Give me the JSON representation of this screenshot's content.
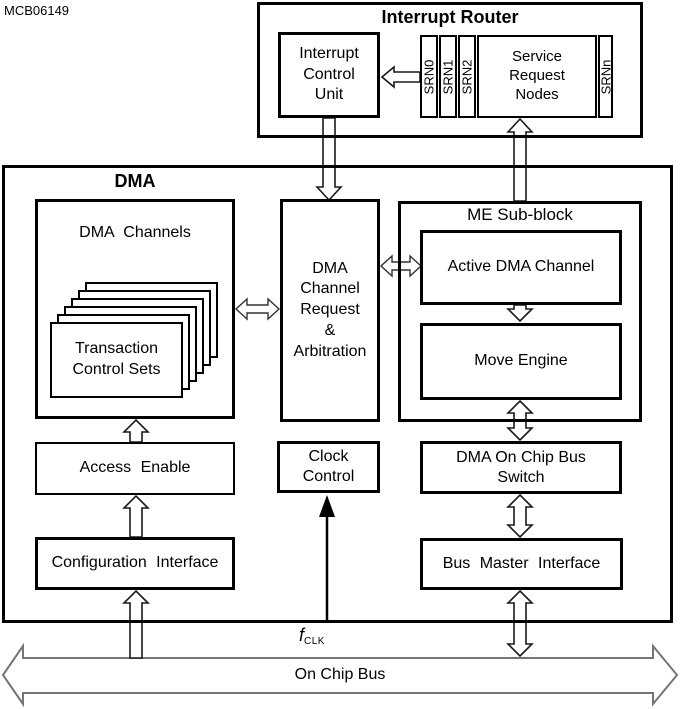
{
  "figure_label": "MCB06149",
  "interrupt_router": {
    "title": "Interrupt Router",
    "icu_lines": [
      "Interrupt",
      "Control",
      "Unit"
    ],
    "srn_cols": [
      "SRN0",
      "SRN1",
      "SRN2"
    ],
    "srn_main_lines": [
      "Service",
      "Request",
      "Nodes"
    ],
    "srn_last": "SRNn"
  },
  "dma": {
    "title": "DMA",
    "channels_label": "DMA Channels",
    "tcs_stack_count": 6,
    "tcs_lines": [
      "Transaction",
      "Control Sets"
    ],
    "request_lines": [
      "DMA",
      "Channel",
      "Request",
      "&",
      "Arbitration"
    ],
    "me_title": "ME Sub-block",
    "active_label": "Active DMA Channel",
    "move_label": "Move Engine",
    "clock_lines": [
      "Clock",
      "Control"
    ],
    "access_label": "Access Enable",
    "switch_lines": [
      "DMA On Chip Bus",
      "Switch"
    ],
    "config_label": "Configuration  Interface",
    "bus_master_label": "Bus Master Interface"
  },
  "signals": {
    "clock_symbol": "f",
    "clock_subscript": "CLK"
  },
  "bus": {
    "label": "On Chip Bus"
  },
  "colors": {
    "line": "#000000",
    "bus_outline": "#757575",
    "background": "#ffffff"
  }
}
